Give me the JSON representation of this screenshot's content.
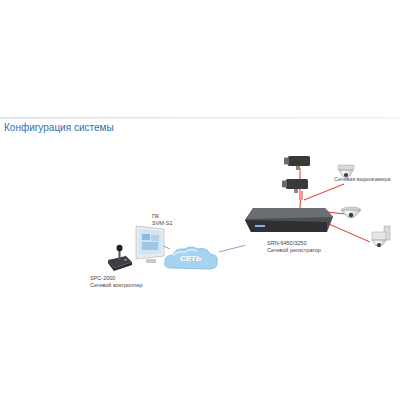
{
  "diagram": {
    "title": "Конфигурация системы",
    "nodes": [
      {
        "text": [
          "Сетевая видеокамера"
        ]
      },
      {
        "text": [
          "SRN-6450/3250",
          "Сетевой регистратор"
        ]
      },
      {
        "text": [
          "СЕТЬ"
        ]
      },
      {
        "text": [
          "ПК",
          "SVM-S1"
        ]
      },
      {
        "text": [
          "SPC-2000",
          "Сетевой контроллер"
        ]
      }
    ],
    "edges": [
      {
        "from": 1,
        "to": 0,
        "arrow": "none"
      },
      {
        "from": 2,
        "to": 1,
        "arrow": "none"
      },
      {
        "from": 3,
        "to": 2,
        "arrow": "none"
      }
    ]
  }
}
